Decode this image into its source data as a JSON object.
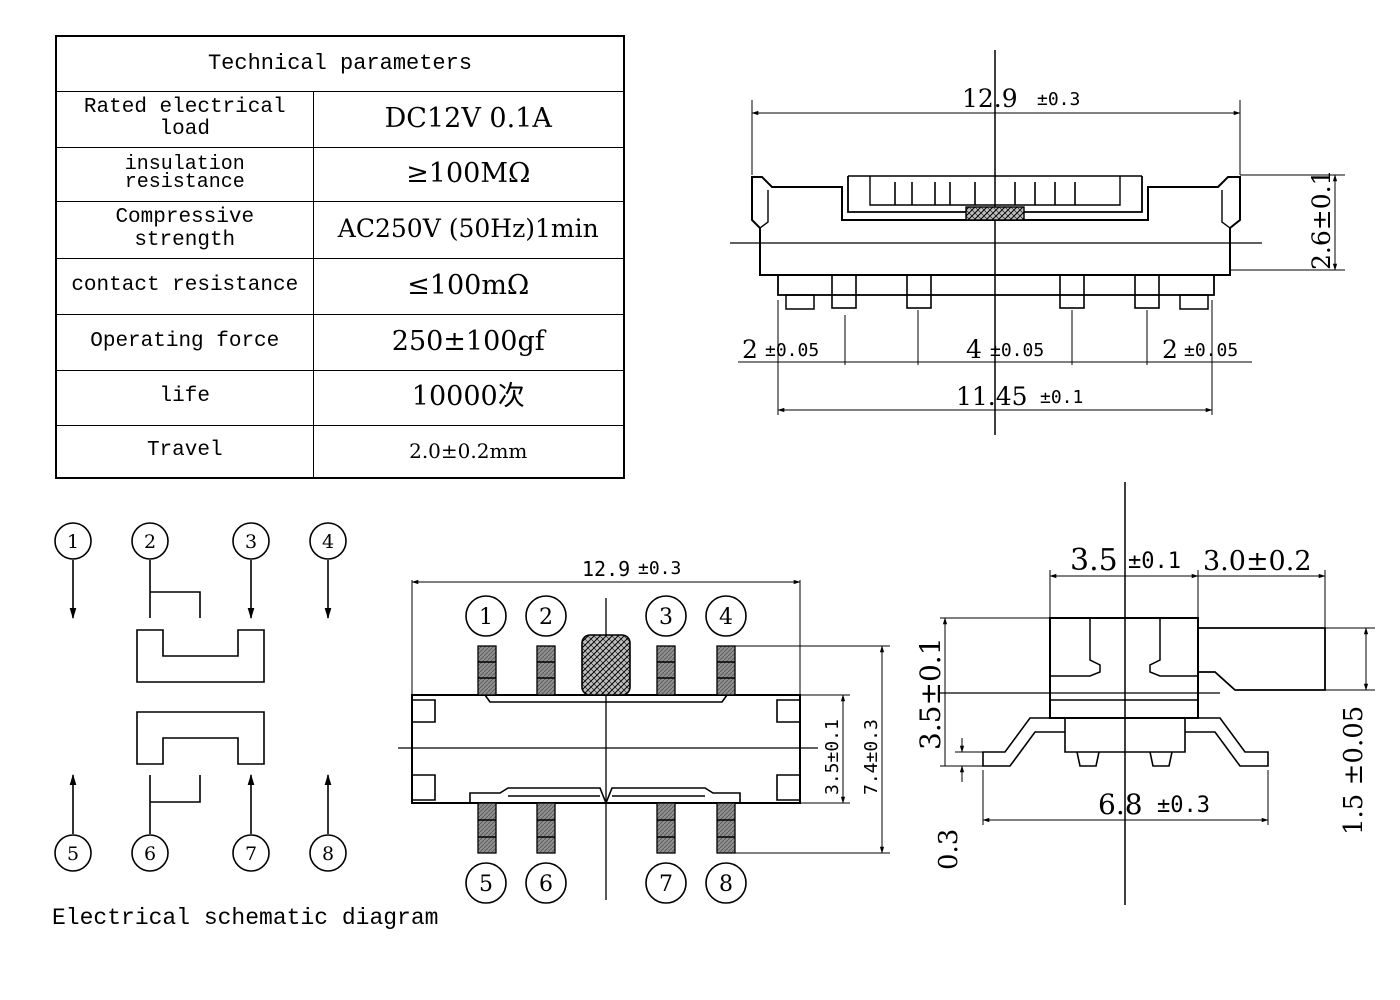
{
  "table": {
    "title": "Technical parameters",
    "rows": [
      {
        "name": "Rated electrical load",
        "value": "DC12V 0.1A"
      },
      {
        "name": "insulation resistance",
        "value": "≥100MΩ"
      },
      {
        "name": "Compressive strength",
        "value": "AC250V (50Hz)1min"
      },
      {
        "name": "contact resistance",
        "value": "≤100mΩ"
      },
      {
        "name": "Operating force",
        "value": "250±100gf"
      },
      {
        "name": "life",
        "value": "10000次"
      },
      {
        "name": "Travel",
        "value": "2.0±0.2mm"
      }
    ]
  },
  "dims": {
    "front_width": {
      "value": "12.9",
      "tol": "±0.3"
    },
    "front_height": "2.6±0.1",
    "pitch_left": {
      "value": "2",
      "tol": "±0.05"
    },
    "pitch_mid": {
      "value": "4",
      "tol": "±0.05"
    },
    "pitch_right": {
      "value": "2",
      "tol": "±0.05"
    },
    "front_span": {
      "value": "11.45",
      "tol": "±0.1"
    },
    "top_width": {
      "value": "12.9",
      "tol": "±0.3"
    },
    "top_body_height": "3.5±0.1",
    "top_overall_height": "7.4±0.3",
    "side_body": {
      "value": "3.5",
      "tol": "±0.1"
    },
    "side_actuator": "3.0±0.2",
    "side_height": "3.5±0.1",
    "side_span": {
      "value": "6.8",
      "tol": "±0.3"
    },
    "side_lead": "0.3",
    "side_standoff": "1.5 ±0.05"
  },
  "schematic": {
    "pins": [
      "1",
      "2",
      "3",
      "4",
      "5",
      "6",
      "7",
      "8"
    ],
    "caption": "Electrical schematic diagram"
  },
  "colors": {
    "line": "#000000",
    "pad_fill": "#9a9a9a",
    "knob_fill": "#bdbdbd"
  }
}
